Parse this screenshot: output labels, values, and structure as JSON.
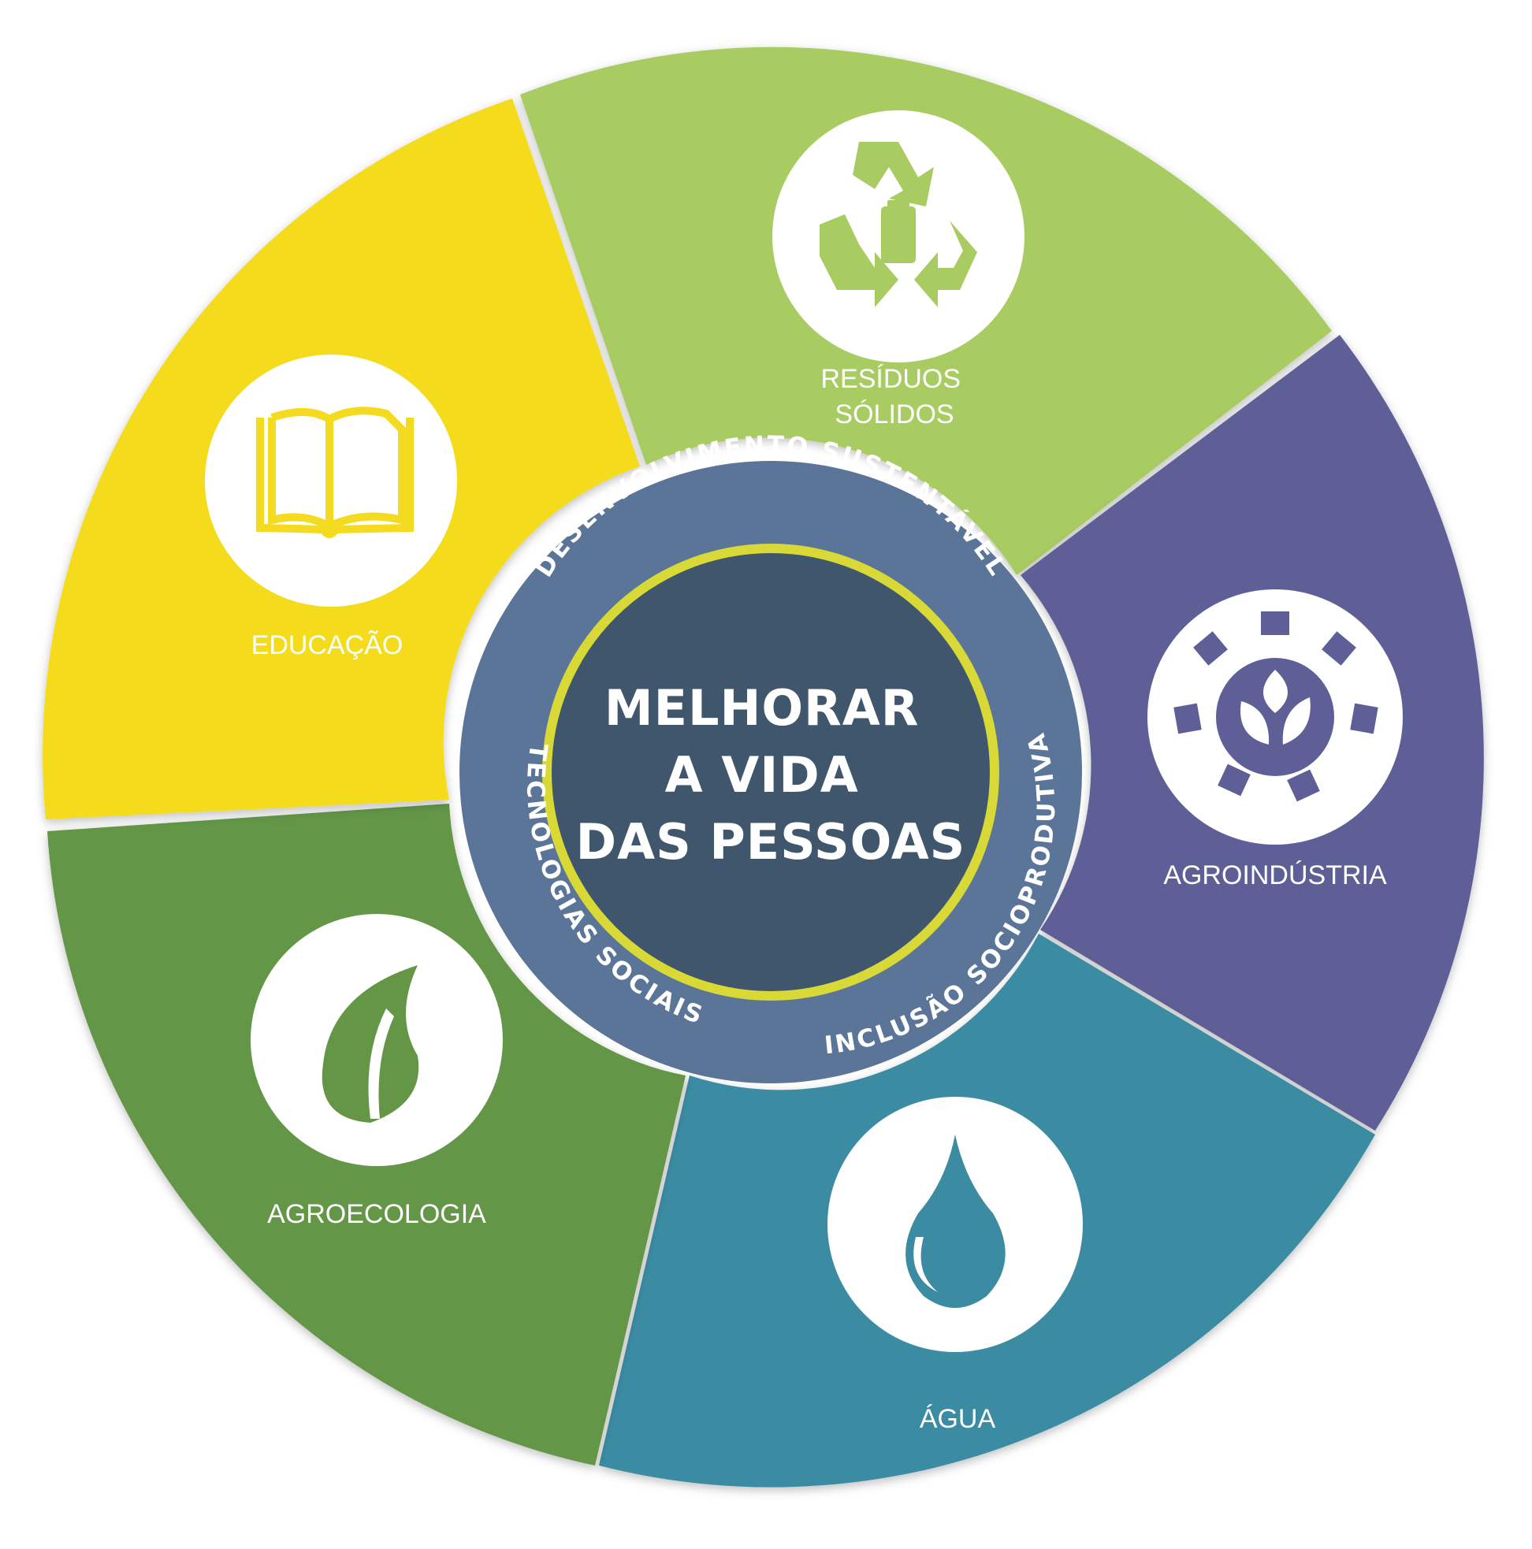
{
  "center": {
    "lines": [
      "MELHORAR",
      "A VIDA",
      "DAS PESSOAS"
    ],
    "color": "#3f566d"
  },
  "ring": {
    "color": "#5b7598",
    "accent": "#d8d936",
    "top_label": "DESENVOLVIMENTO SUSTENTÁVEL",
    "right_label": "INCLUSÃO SOCIOPRODUTIVA",
    "left_label": "TECNOLOGIAS SOCIAIS"
  },
  "segments": [
    {
      "id": "residuos",
      "label_lines": [
        "RESÍDUOS",
        "SÓLIDOS"
      ],
      "color": "#a8cc62",
      "icon": "recycle-icon"
    },
    {
      "id": "agroindustria",
      "label_lines": [
        "AGROINDÚSTRIA"
      ],
      "color": "#5e5f97",
      "icon": "gear-leaves-icon"
    },
    {
      "id": "agua",
      "label_lines": [
        "ÁGUA"
      ],
      "color": "#3b8ca3",
      "icon": "water-drop-icon"
    },
    {
      "id": "agroecologia",
      "label_lines": [
        "AGROECOLOGIA"
      ],
      "color": "#649646",
      "icon": "leaf-icon"
    },
    {
      "id": "educacao",
      "label_lines": [
        "EDUCAÇÃO"
      ],
      "color": "#f4db1f",
      "icon": "book-icon"
    }
  ]
}
